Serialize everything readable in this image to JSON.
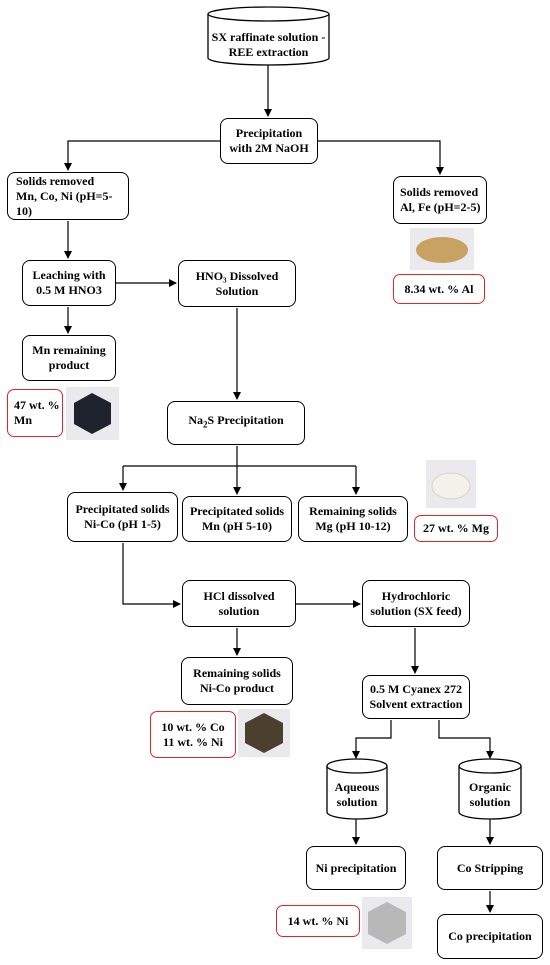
{
  "nodes": {
    "raffinate": "SX raffinate solution -\nREE extraction",
    "precip_naoh": "Precipitation\nwith 2M NaOH",
    "solids_mn_co_ni": "Solids removed\nMn, Co, Ni (pH=5-10)",
    "solids_al_fe": "Solids removed\nAl, Fe (pH=2-5)",
    "leaching": "Leaching with\n0.5 M HNO3",
    "hno3_dissolved": "HNO₃ Dissolved\nSolution",
    "mn_remaining": "Mn remaining\nproduct",
    "na2s_prefix": "Na",
    "na2s_sub": "2",
    "na2s_suffix": "S Precipitation",
    "precip_ni_co": "Precipitated solids\nNi-Co (pH 1-5)",
    "precip_mn": "Precipitated  solids\nMn (pH 5-10)",
    "remaining_mg": "Remaining solids\nMg (pH 10-12)",
    "hcl_dissolved": "HCl dissolved\nsolution",
    "hydrochloric": "Hydrochloric\nsolution (SX feed)",
    "remaining_ni_co": "Remaining solids\nNi-Co product",
    "cyanex": "0.5 M Cyanex 272\nSolvent extraction",
    "aqueous": "Aqueous\nsolution",
    "organic": "Organic\nsolution",
    "ni_precip": "Ni precipitation",
    "co_stripping": "Co Stripping",
    "co_precip": "Co precipitation"
  },
  "results": {
    "al": "8.34 wt. % Al",
    "mn": "47 wt. %\nMn",
    "mg": "27 wt. % Mg",
    "co_ni": "10 wt. % Co\n11 wt. % Ni",
    "ni": "14 wt. % Ni"
  },
  "colors": {
    "result_border": "#d82828",
    "al_powder": "#c7a263",
    "mn_powder": "#1e222c",
    "mg_powder": "#f3f1ea",
    "co_ni_powder": "#4c3f2d",
    "ni_powder": "#b8b8b8"
  }
}
